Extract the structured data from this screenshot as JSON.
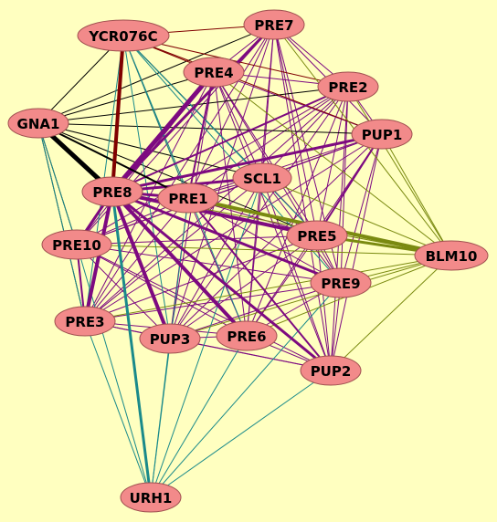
{
  "colors": {
    "background": "#ffffc0",
    "node_fill": "#f28a8a",
    "node_stroke": "#a05050",
    "edge_purple": "#7d0a80",
    "edge_black": "#000000",
    "edge_teal": "#1a8a8a",
    "edge_olive": "#7a8a10",
    "edge_darkred": "#800000"
  },
  "nodes": [
    {
      "id": "YCR076C",
      "label": "YCR076C"
    },
    {
      "id": "PRE7",
      "label": "PRE7"
    },
    {
      "id": "PRE4",
      "label": "PRE4"
    },
    {
      "id": "PRE2",
      "label": "PRE2"
    },
    {
      "id": "GNA1",
      "label": "GNA1"
    },
    {
      "id": "PUP1",
      "label": "PUP1"
    },
    {
      "id": "SCL1",
      "label": "SCL1"
    },
    {
      "id": "PRE8",
      "label": "PRE8"
    },
    {
      "id": "PRE1",
      "label": "PRE1"
    },
    {
      "id": "PRE5",
      "label": "PRE5"
    },
    {
      "id": "BLM10",
      "label": "BLM10"
    },
    {
      "id": "PRE10",
      "label": "PRE10"
    },
    {
      "id": "PRE9",
      "label": "PRE9"
    },
    {
      "id": "PRE3",
      "label": "PRE3"
    },
    {
      "id": "PUP3",
      "label": "PUP3"
    },
    {
      "id": "PRE6",
      "label": "PRE6"
    },
    {
      "id": "PUP2",
      "label": "PUP2"
    },
    {
      "id": "URH1",
      "label": "URH1"
    }
  ]
}
